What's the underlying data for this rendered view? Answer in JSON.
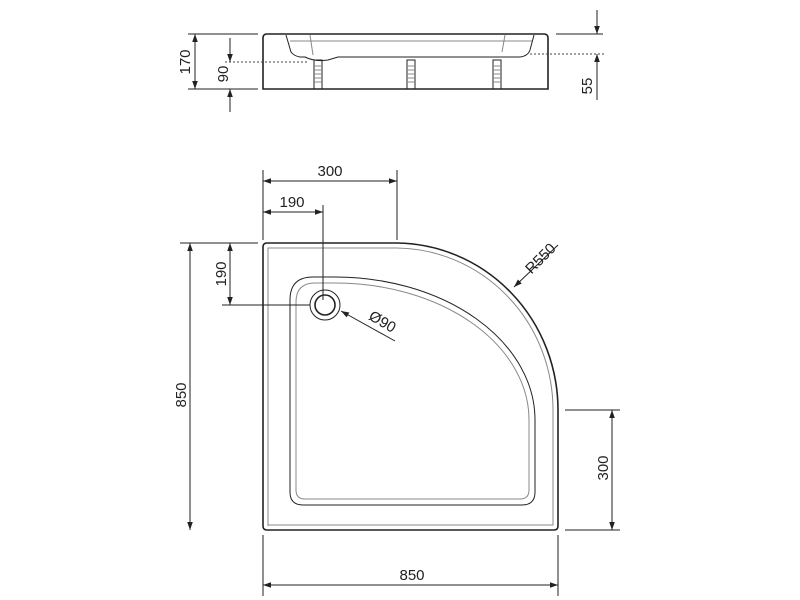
{
  "side_view": {
    "dims": {
      "total_height": "170",
      "drain_height": "90",
      "leg_height": "55"
    }
  },
  "plan_view": {
    "dims": {
      "straight_top": "300",
      "drain_x": "190",
      "drain_y": "190",
      "height": "850",
      "width": "850",
      "straight_right": "300",
      "radius": "R550",
      "drain_diameter": "Ø90"
    }
  }
}
